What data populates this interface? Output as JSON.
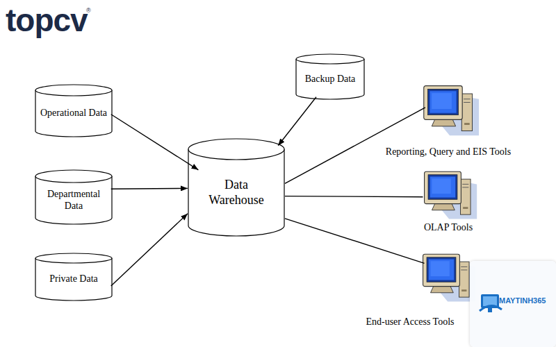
{
  "diagram": {
    "nodes": [
      {
        "text": [
          "Operational Data"
        ]
      },
      {
        "text": [
          "Departmental Data"
        ]
      },
      {
        "text": [
          "Private Data"
        ]
      },
      {
        "text": [
          "Backup Data"
        ]
      },
      {
        "text": [
          "Data Warehouse"
        ]
      },
      {
        "text": [
          "Reporting, Query and EIS Tools"
        ]
      },
      {
        "text": [
          "OLAP Tools"
        ]
      },
      {
        "text": [
          "End-user Access Tools"
        ]
      }
    ],
    "edges": [
      {
        "from": 0,
        "to": 4,
        "arrow": "to"
      },
      {
        "from": 1,
        "to": 4,
        "arrow": "to"
      },
      {
        "from": 2,
        "to": 4,
        "arrow": "to"
      },
      {
        "from": 3,
        "to": 4,
        "arrow": "to"
      },
      {
        "from": 4,
        "to": 5,
        "arrow": "none"
      },
      {
        "from": 4,
        "to": 6,
        "arrow": "none"
      },
      {
        "from": 4,
        "to": 7,
        "arrow": "none"
      }
    ],
    "labels": [
      "topcv",
      "®",
      "MAYTINH365"
    ]
  }
}
